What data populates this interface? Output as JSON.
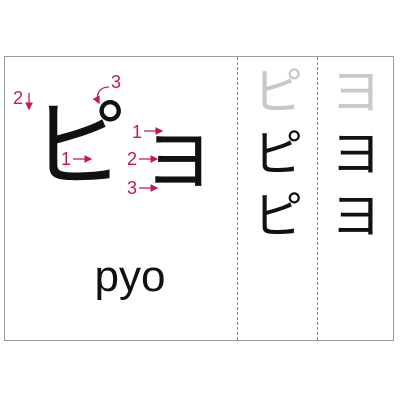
{
  "main_kana": {
    "pi": "ピ",
    "yo": "ョ"
  },
  "romaji": "pyo",
  "stroke_labels": {
    "pi_2": "2",
    "pi_3": "3",
    "pi_1": "1",
    "yo_1": "1",
    "yo_2": "2",
    "yo_3": "3"
  },
  "practice_columns": [
    {
      "glyphs": [
        "ピ",
        "ピ",
        "ピ"
      ],
      "shades": [
        "light-gray",
        "black",
        "black"
      ]
    },
    {
      "glyphs": [
        "ヨ",
        "ヨ",
        "ヨ"
      ],
      "shades": [
        "light-gray",
        "black",
        "black"
      ]
    }
  ],
  "colors": {
    "stroke_annotation": "#c8155a",
    "border": "#9a9a9a",
    "ink": "#111111",
    "faded": "#c8c8c8"
  }
}
